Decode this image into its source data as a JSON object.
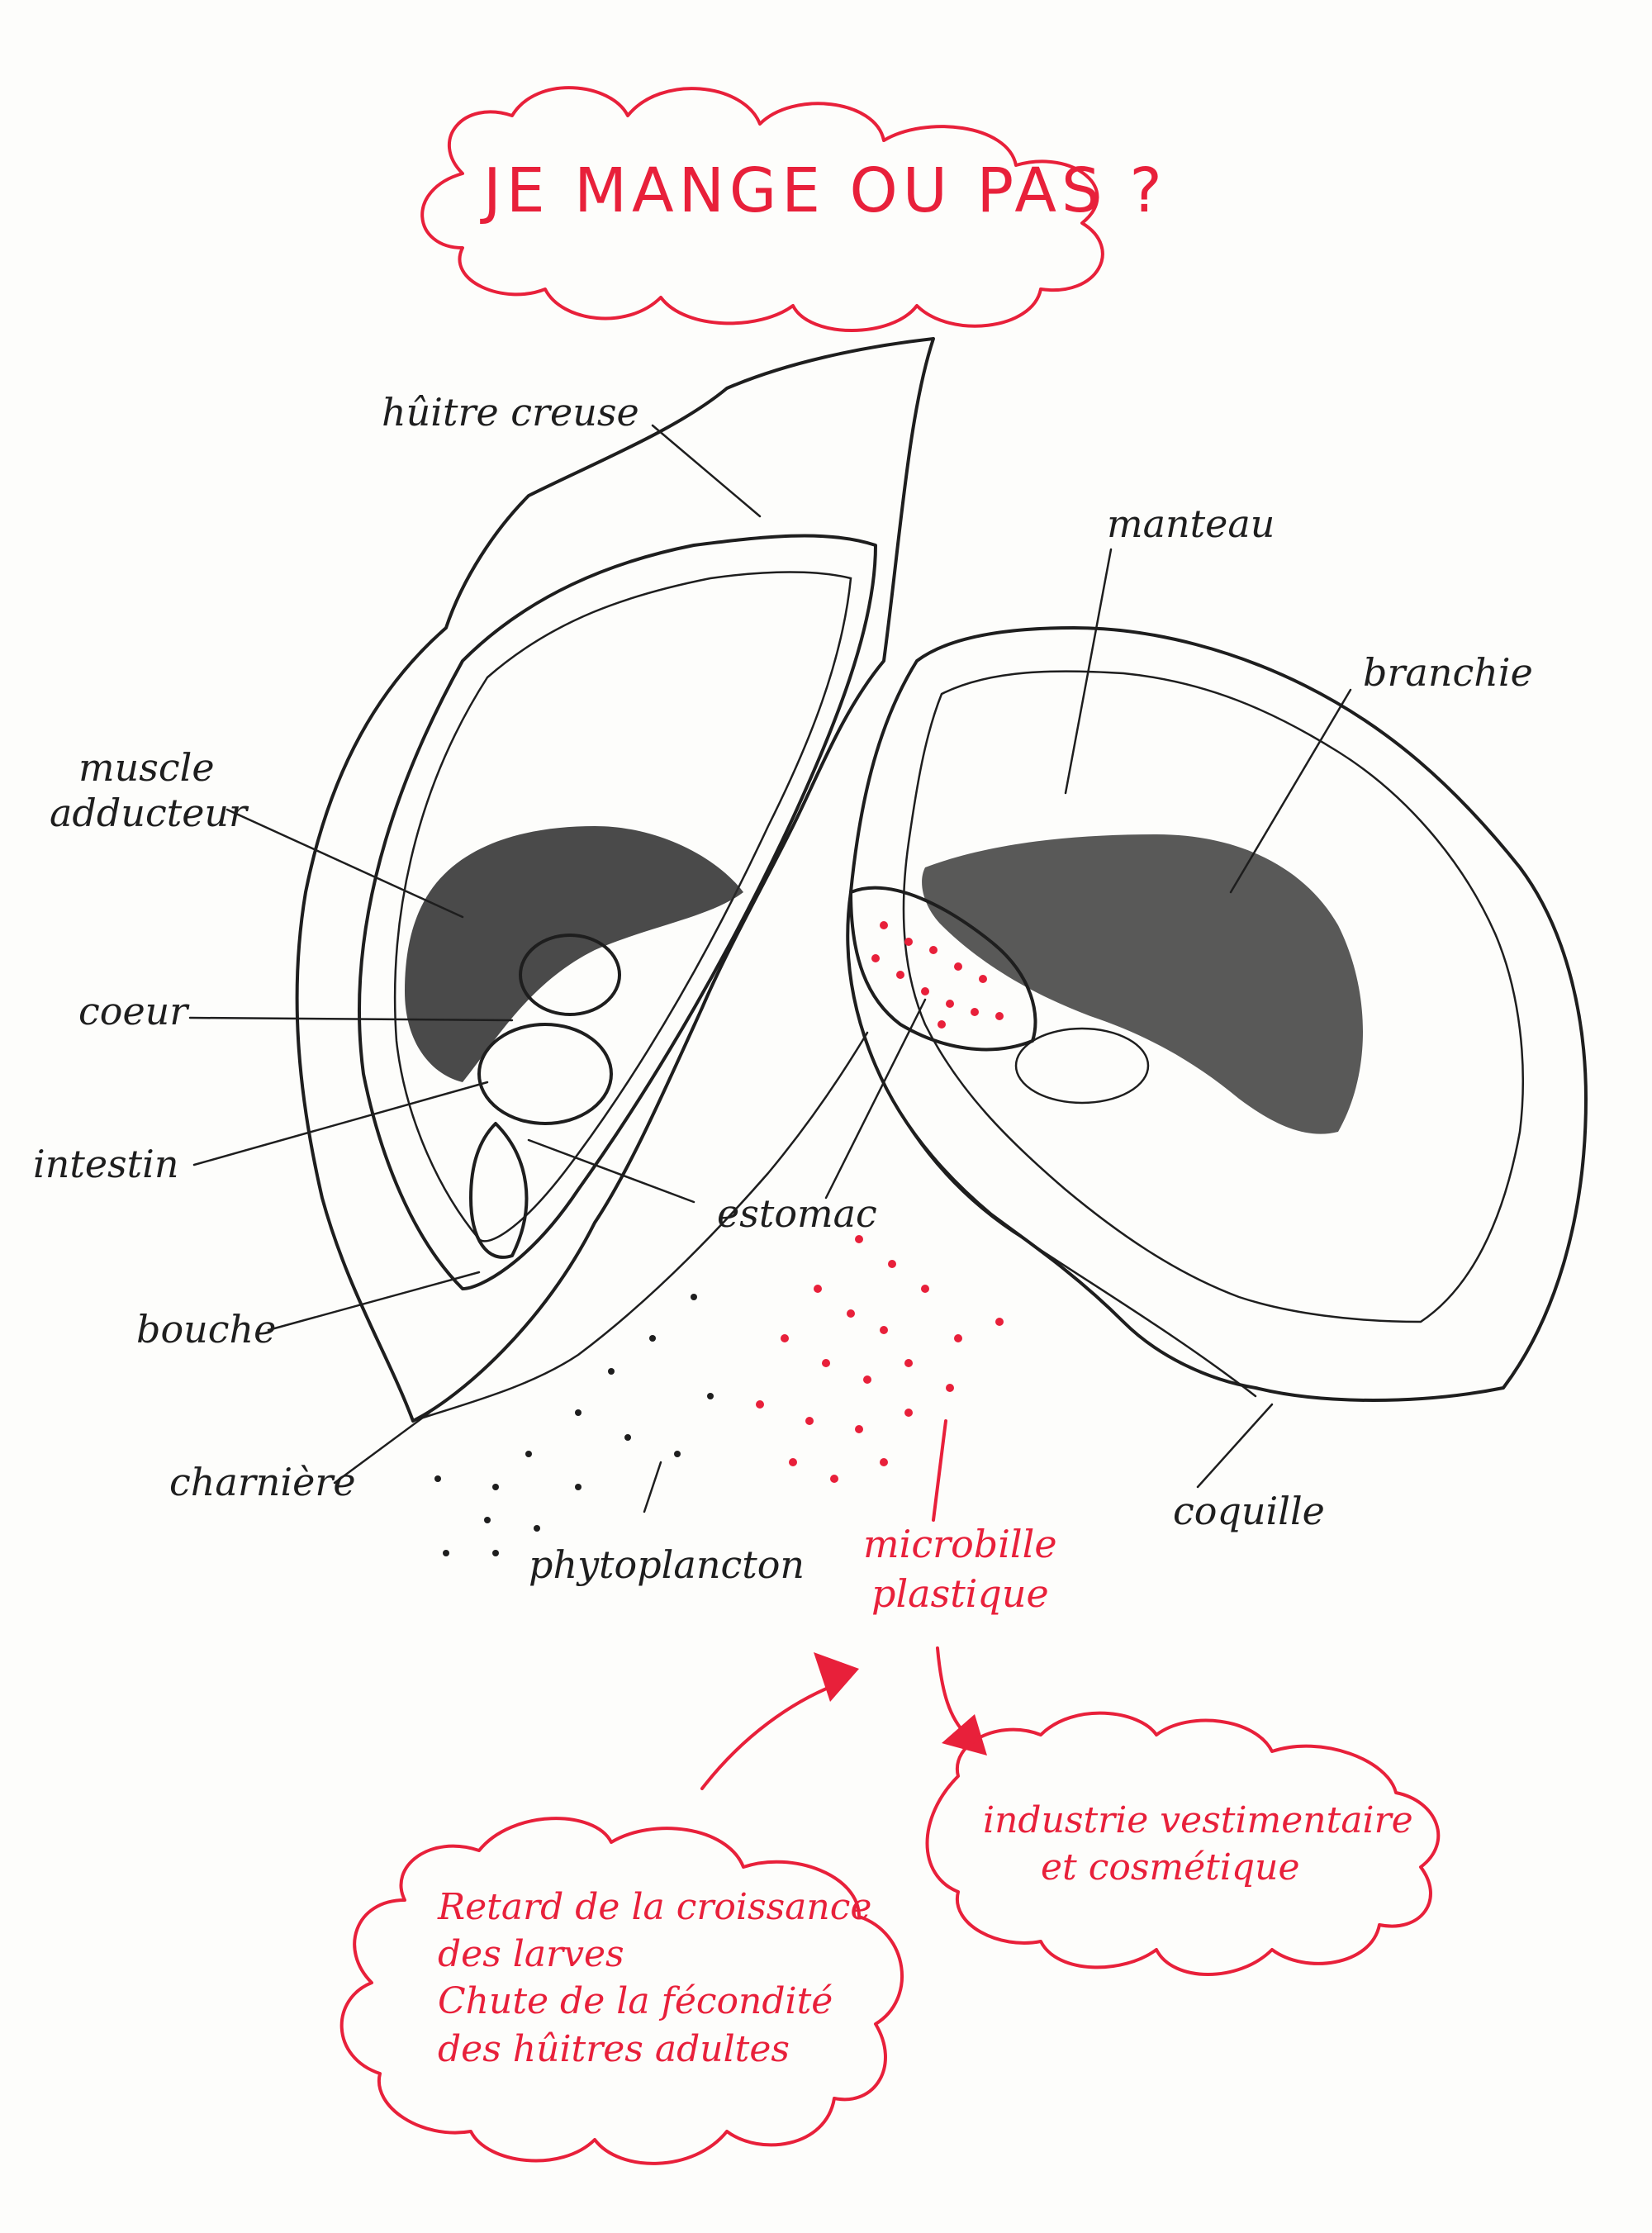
{
  "title": "JE MANGE OU PAS ?",
  "colors": {
    "ink": "#1e1e1e",
    "accent": "#e8203a",
    "paper": "#fdfdfb"
  },
  "labels": {
    "huitre_creuse": "hûitre creuse",
    "manteau": "manteau",
    "branchie": "branchie",
    "muscle_adducteur_1": "muscle",
    "muscle_adducteur_2": "adducteur",
    "coeur": "coeur",
    "intestin": "intestin",
    "estomac": "estomac",
    "bouche": "bouche",
    "charniere": "charnière",
    "coquille": "coquille",
    "phytoplancton": "phytoplancton",
    "microbille_1": "microbille",
    "microbille_2": "plastique"
  },
  "notes": {
    "industrie": [
      "industrie vestimentaire",
      "et cosmétique"
    ],
    "effets": [
      "Retard de la croissance",
      "des larves",
      "Chute de la fécondité",
      "des hûitres adultes"
    ]
  }
}
